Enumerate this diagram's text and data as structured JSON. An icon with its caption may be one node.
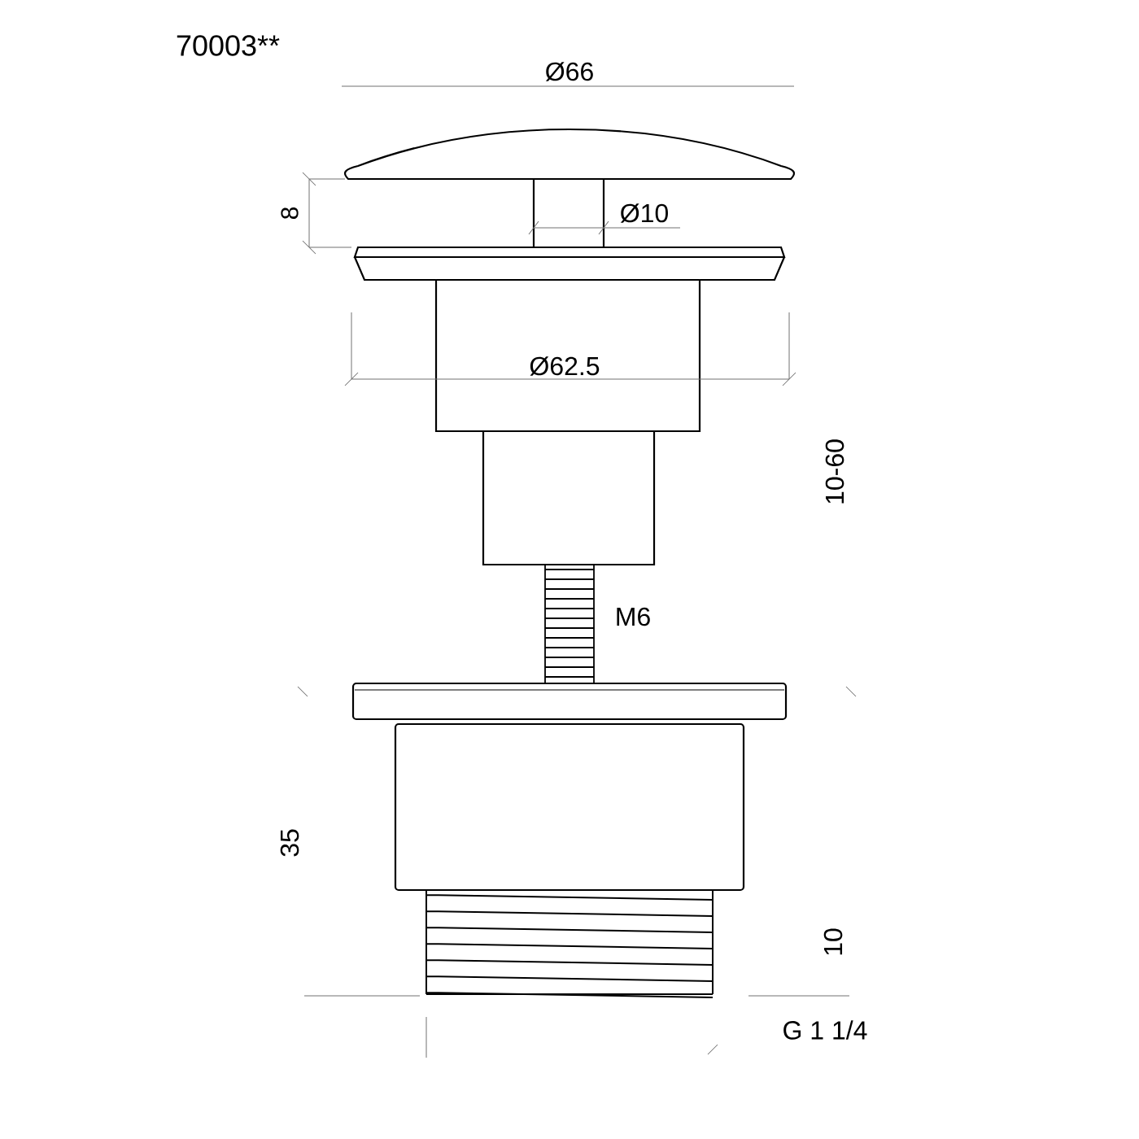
{
  "diagram": {
    "labels": [
      "70003**",
      "Ø66",
      "8",
      "Ø10",
      "Ø62.5",
      "10-60",
      "M6",
      "35",
      "10",
      "G 1 1/4"
    ]
  }
}
